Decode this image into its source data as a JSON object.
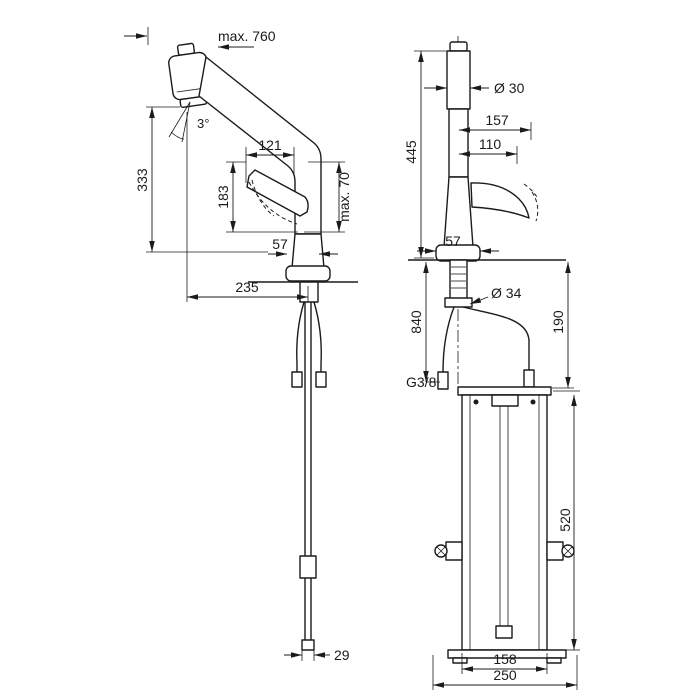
{
  "drawing": {
    "side": {
      "max_pullout": "max. 760",
      "angle": "3°",
      "height_333": "333",
      "handle_121": "121",
      "handle_183": "183",
      "handle_max_70": "max. 70",
      "base_57": "57",
      "reach_235": "235",
      "hose_29": "29"
    },
    "front": {
      "spout_dia": "Ø 30",
      "reach_157": "157",
      "reach_110": "110",
      "height_445": "445",
      "base_57": "57",
      "hole_dia": "Ø 34",
      "hose_840": "840",
      "clearance_190": "190",
      "thread": "G3/8",
      "box_520": "520",
      "box_158": "158",
      "plate_250": "250"
    }
  }
}
